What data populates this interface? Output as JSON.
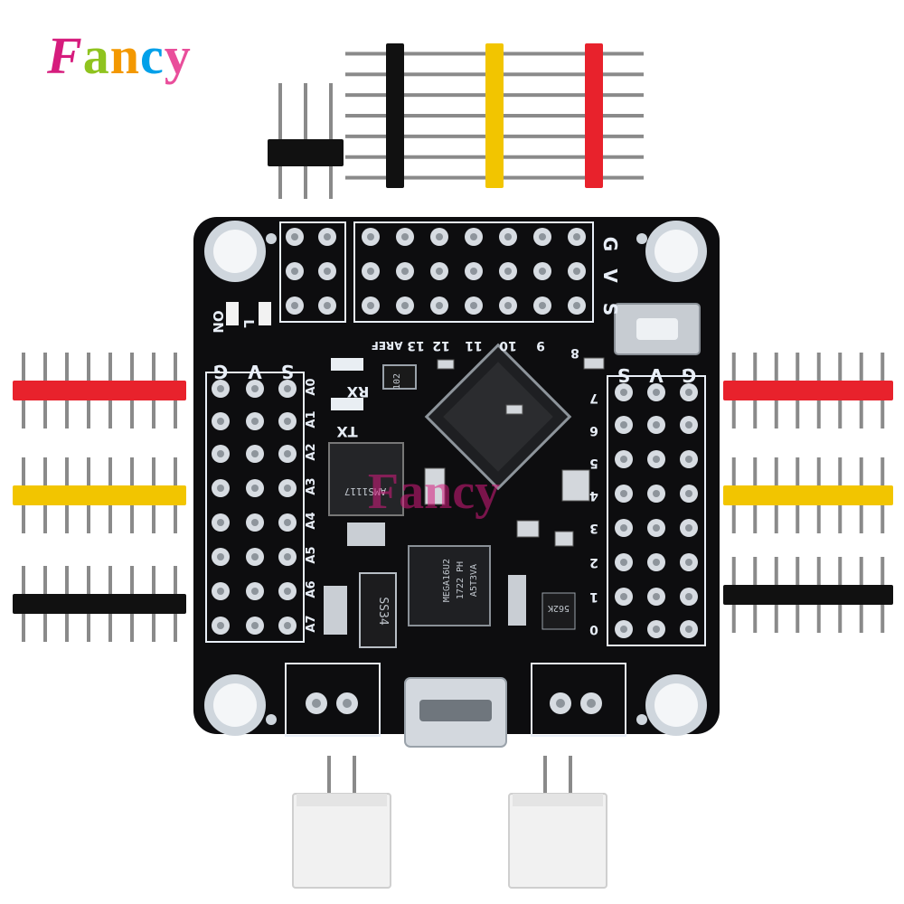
{
  "logo": {
    "f": "F",
    "a": "a",
    "n": "n",
    "c": "c",
    "y": "y"
  },
  "board": {
    "header_top_labels": [
      "G",
      "V",
      "S"
    ],
    "header_left_labels": [
      "G",
      "V",
      "S"
    ],
    "header_right_labels": [
      "S",
      "V",
      "G"
    ],
    "led_labels": [
      "ON",
      "L"
    ],
    "rx_label": "RX",
    "tx_label": "TX",
    "aref_label": "AREF",
    "top_pin_numbers": [
      "13",
      "12",
      "11",
      "10",
      "9"
    ],
    "pin_8": "8",
    "analog_labels": [
      "A0",
      "A1",
      "A2",
      "A3",
      "A4",
      "A5",
      "A6",
      "A7"
    ],
    "digital_right_labels": [
      "7",
      "6",
      "5",
      "4",
      "3",
      "2",
      "1",
      "0"
    ],
    "resistor_label": "102",
    "resistor2_label": "562K",
    "diode_label": "SS34",
    "regulator_label": "AMS1117",
    "usb_chip_label": "MEGA16U2",
    "usb_chip_sub": "1722 PH",
    "usb_chip_sub2": "A5T3VA"
  },
  "colors": {
    "pcb": "#0d0d0f",
    "silkscreen": "#e8eef7",
    "pad": "#d7dce2",
    "header_red": "#e8222c",
    "header_yellow": "#f2c500",
    "header_black": "#111111",
    "pin_metal": "#8a8a8a",
    "watermark": "#d61c7d"
  },
  "watermark_text": "Fancy"
}
